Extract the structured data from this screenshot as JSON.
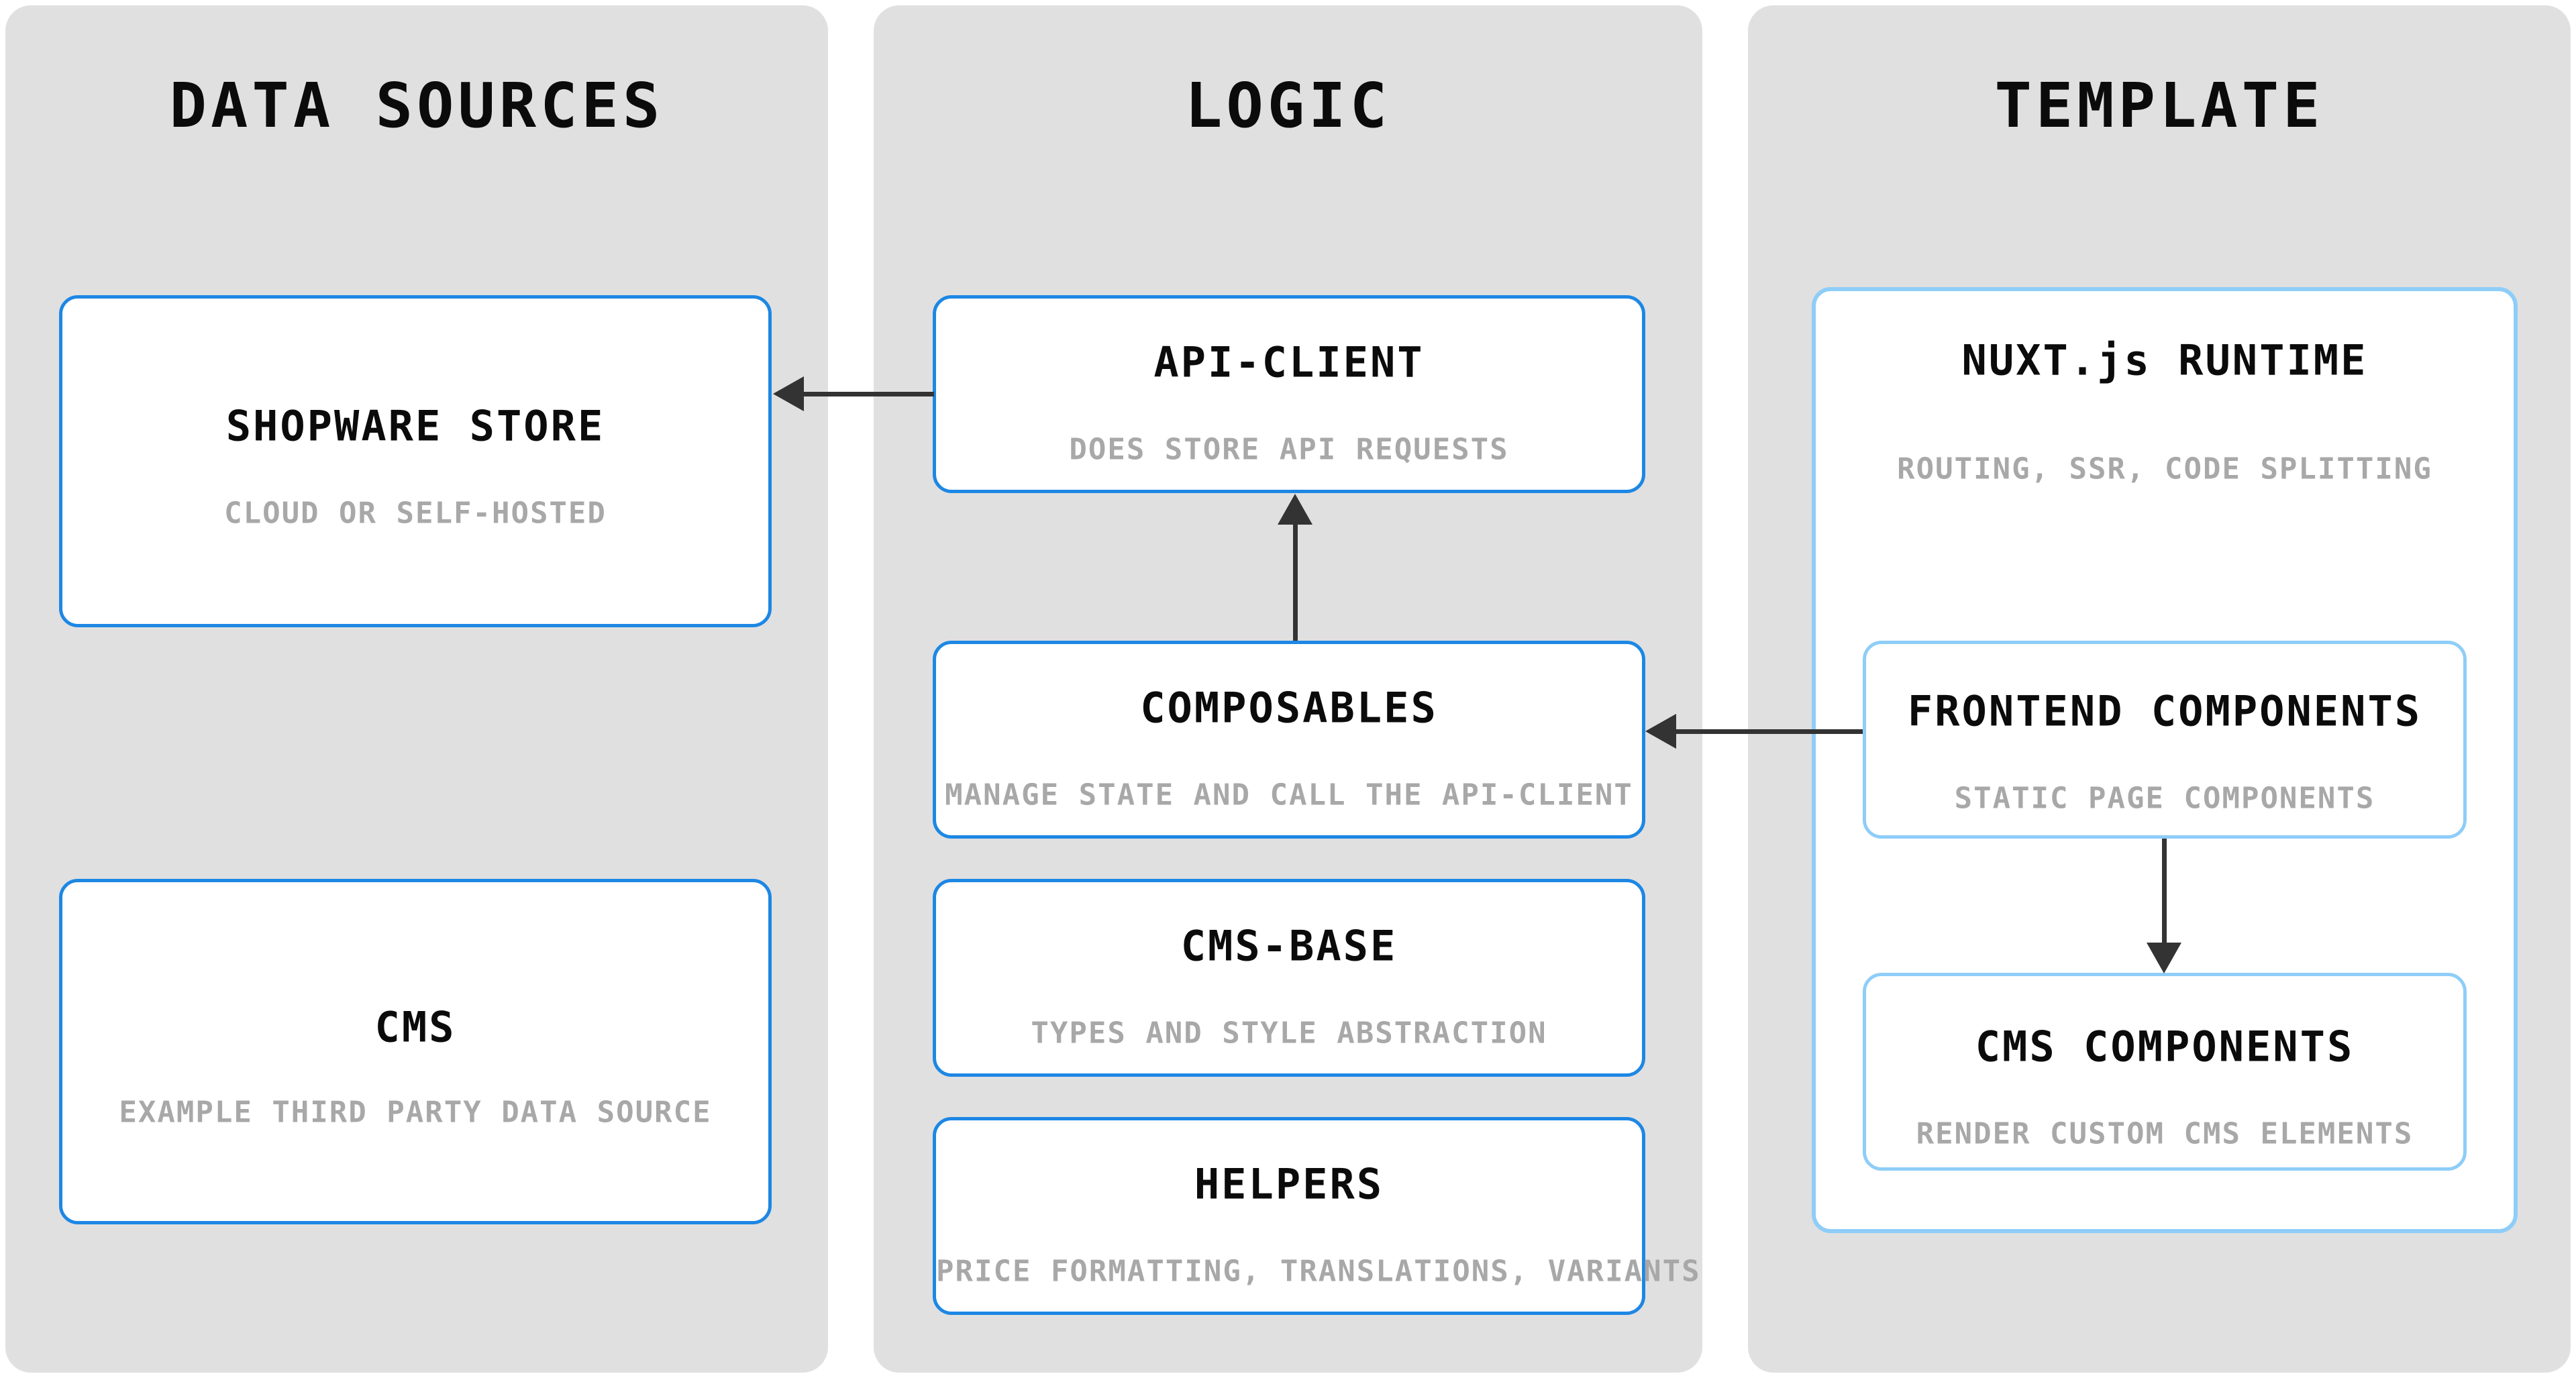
{
  "diagram": {
    "columns": [
      {
        "id": "data-sources",
        "title": "DATA SOURCES",
        "boxes": [
          {
            "title": "SHOPWARE STORE",
            "subtitle": "CLOUD OR SELF-HOSTED"
          },
          {
            "title": "CMS",
            "subtitle": "EXAMPLE THIRD PARTY DATA SOURCE"
          }
        ]
      },
      {
        "id": "logic",
        "title": "LOGIC",
        "boxes": [
          {
            "title": "API-CLIENT",
            "subtitle": "DOES STORE API REQUESTS"
          },
          {
            "title": "COMPOSABLES",
            "subtitle": "MANAGE STATE AND CALL THE API-CLIENT"
          },
          {
            "title": "CMS-BASE",
            "subtitle": "TYPES AND STYLE ABSTRACTION"
          },
          {
            "title": "HELPERS",
            "subtitle": "PRICE FORMATTING, TRANSLATIONS, VARIANTS"
          }
        ]
      },
      {
        "id": "template",
        "title": "TEMPLATE",
        "boxes": [
          {
            "title": "NUXT.js RUNTIME",
            "subtitle": "ROUTING, SSR, CODE SPLITTING"
          },
          {
            "title": "FRONTEND COMPONENTS",
            "subtitle": "STATIC PAGE COMPONENTS"
          },
          {
            "title": "CMS COMPONENTS",
            "subtitle": "RENDER CUSTOM CMS ELEMENTS"
          }
        ]
      }
    ],
    "arrows": [
      {
        "from": "API-CLIENT",
        "to": "SHOPWARE STORE",
        "direction": "left"
      },
      {
        "from": "COMPOSABLES",
        "to": "API-CLIENT",
        "direction": "up"
      },
      {
        "from": "FRONTEND COMPONENTS",
        "to": "COMPOSABLES",
        "direction": "left"
      },
      {
        "from": "FRONTEND COMPONENTS",
        "to": "CMS COMPONENTS",
        "direction": "down"
      }
    ],
    "colors": {
      "panel_bg": "#e0e0e0",
      "box_bg": "#ffffff",
      "border_strong_blue": "#1d87e4",
      "border_light_blue": "#8ecdf8",
      "arrow": "#333333",
      "title_text": "#0b0b0b",
      "subtitle_text": "#a8a8a8"
    }
  }
}
